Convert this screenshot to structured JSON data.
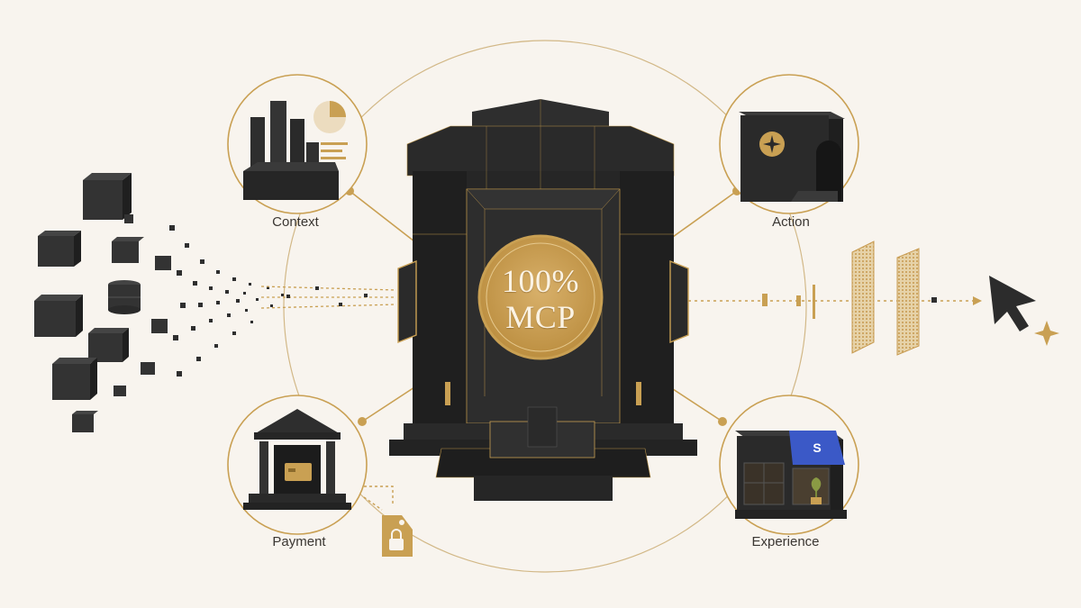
{
  "colors": {
    "background": "#f8f4ee",
    "dark": "#2a2a2a",
    "gold": "#c9a053",
    "accent_blue": "#3b59c7"
  },
  "hub": {
    "line1": "100%",
    "line2": "MCP"
  },
  "nodes": {
    "context": {
      "label": "Context",
      "icon": "data-buildings-icon"
    },
    "action": {
      "label": "Action",
      "icon": "action-building-icon"
    },
    "payment": {
      "label": "Payment",
      "icon": "bank-icon"
    },
    "experience": {
      "label": "Experience",
      "icon": "storefront-icon"
    }
  },
  "badges": {
    "store_awning": "S"
  },
  "icons": [
    "data-cubes-icon",
    "padlock-tag-icon",
    "cursor-icon",
    "sparkle-icon",
    "filter-screen-icon"
  ]
}
